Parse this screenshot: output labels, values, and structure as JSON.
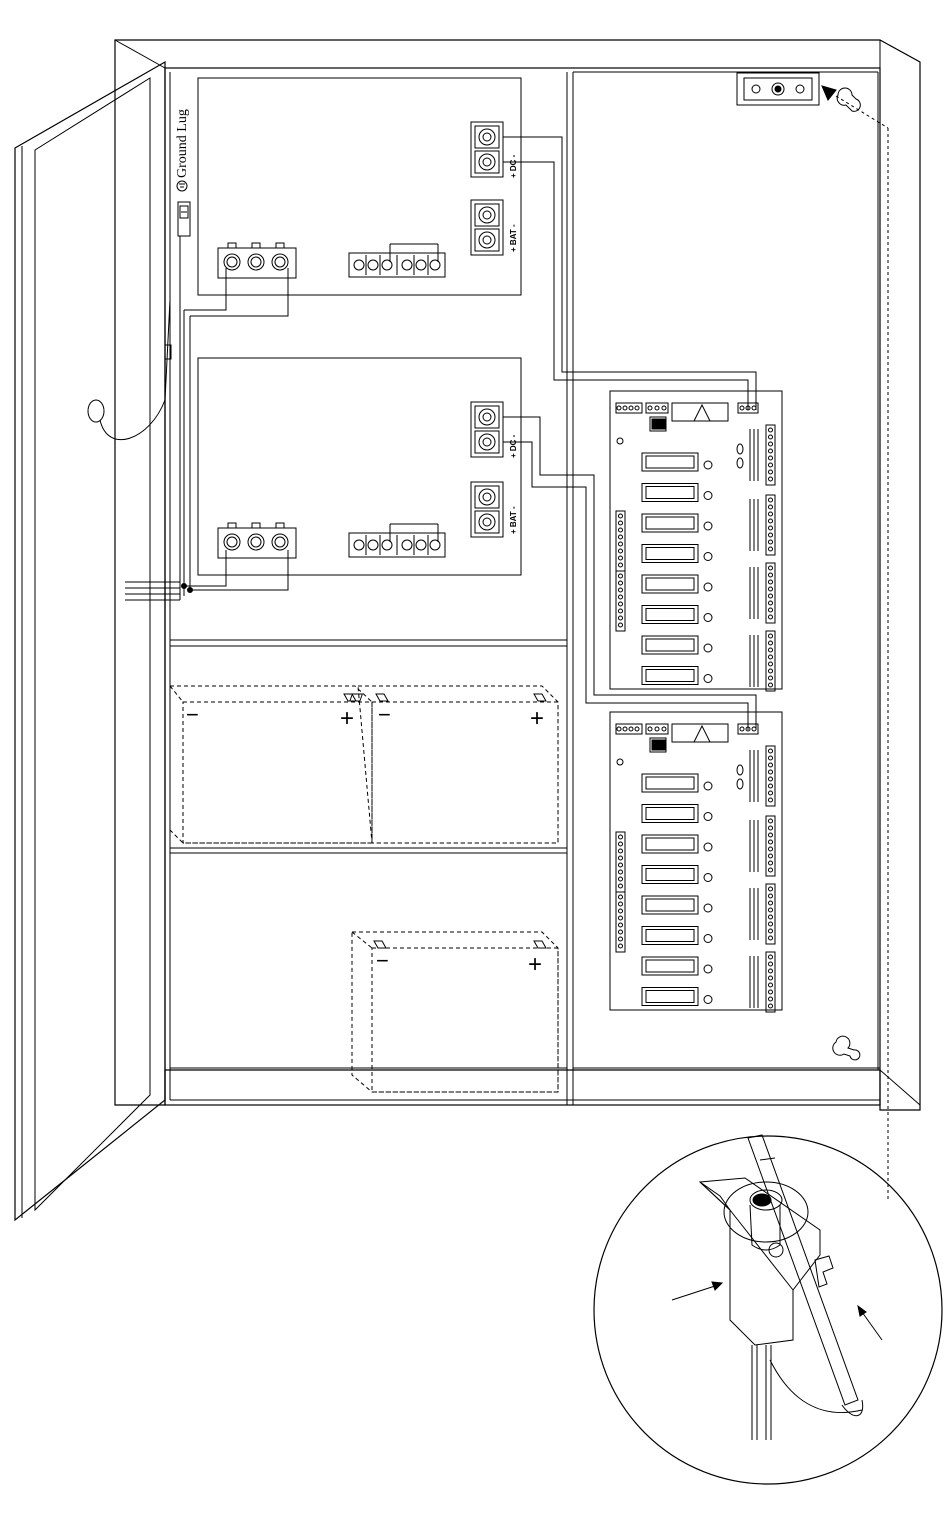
{
  "labels": {
    "ground_lug": "Ground Lug",
    "dc_terminal": "+ DC -",
    "bat_terminal": "+ BAT -",
    "battery_minus": "−",
    "battery_plus": "+"
  },
  "colors": {
    "line": "#000000",
    "background": "#ffffff"
  },
  "icons": {
    "ground": "ground-symbol-icon",
    "screw": "screw-terminal-icon",
    "keyhole": "keyhole-mount-icon",
    "tamper": "tamper-switch-icon"
  }
}
